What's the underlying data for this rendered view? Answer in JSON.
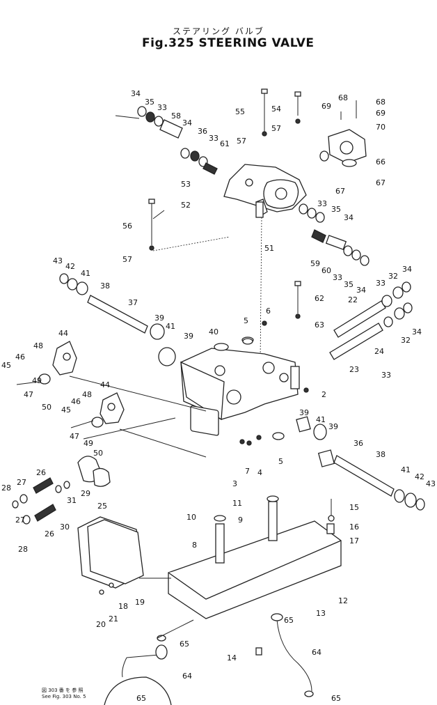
{
  "header": {
    "japanese_title": "ステアリング バルブ",
    "title": "Fig.325 STEERING VALVE"
  },
  "footnote": {
    "line1": "図 303 番 を 参 照",
    "line2": "See Fig. 303 No. 5"
  },
  "callouts": [
    "34",
    "35",
    "33",
    "58",
    "34",
    "36",
    "33",
    "61",
    "55",
    "54",
    "57",
    "57",
    "68",
    "69",
    "68",
    "69",
    "70",
    "66",
    "67",
    "67",
    "53",
    "52",
    "33",
    "35",
    "34",
    "56",
    "57",
    "51",
    "59",
    "60",
    "33",
    "35",
    "34",
    "43",
    "42",
    "41",
    "38",
    "37",
    "39",
    "41",
    "39",
    "40",
    "5",
    "6",
    "62",
    "63",
    "33",
    "32",
    "34",
    "22",
    "33",
    "32",
    "34",
    "24",
    "23",
    "44",
    "46",
    "48",
    "45",
    "47",
    "49",
    "50",
    "48",
    "44",
    "46",
    "45",
    "47",
    "49",
    "50",
    "2",
    "3",
    "7",
    "4",
    "5",
    "39",
    "41",
    "39",
    "36",
    "38",
    "41",
    "42",
    "43",
    "26",
    "27",
    "28",
    "29",
    "25",
    "30",
    "31",
    "27",
    "28",
    "26",
    "11",
    "10",
    "9",
    "8",
    "15",
    "16",
    "17",
    "12",
    "13",
    "19",
    "18",
    "21",
    "20",
    "65",
    "65",
    "64",
    "14",
    "64",
    "65",
    "65"
  ]
}
